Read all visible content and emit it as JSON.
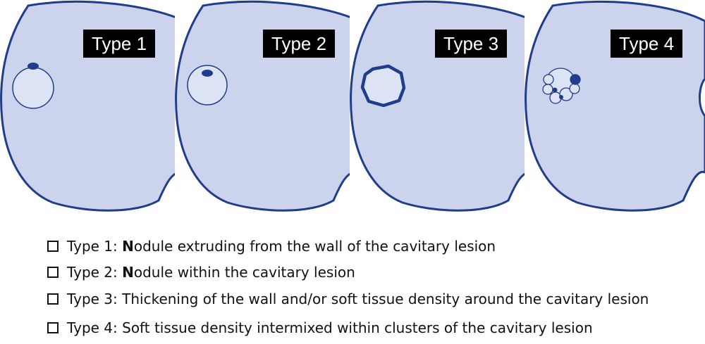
{
  "panels": [
    {
      "label": "Type 1"
    },
    {
      "label": "Type 2"
    },
    {
      "label": "Type 3"
    },
    {
      "label": "Type 4"
    }
  ],
  "legend": [
    {
      "key": "Type 1:",
      "first": "N",
      "rest": "odule extruding from the wall of the cavitary lesion"
    },
    {
      "key": "Type 2:",
      "first": "N",
      "rest": "odule within the cavitary lesion"
    },
    {
      "key": "Type 3:",
      "first": "",
      "rest": "Thickening of the wall and/or soft tissue density around the cavitary lesion"
    },
    {
      "key": "Type 4:",
      "first": "",
      "rest": "Soft tissue density intermixed within clusters of the cavitary lesion"
    }
  ],
  "colors": {
    "lung_fill": "#ccd3ed",
    "outline": "#1f3d8a",
    "cavity_fill": "#dbe3f5",
    "nodule": "#1f3d8a"
  }
}
